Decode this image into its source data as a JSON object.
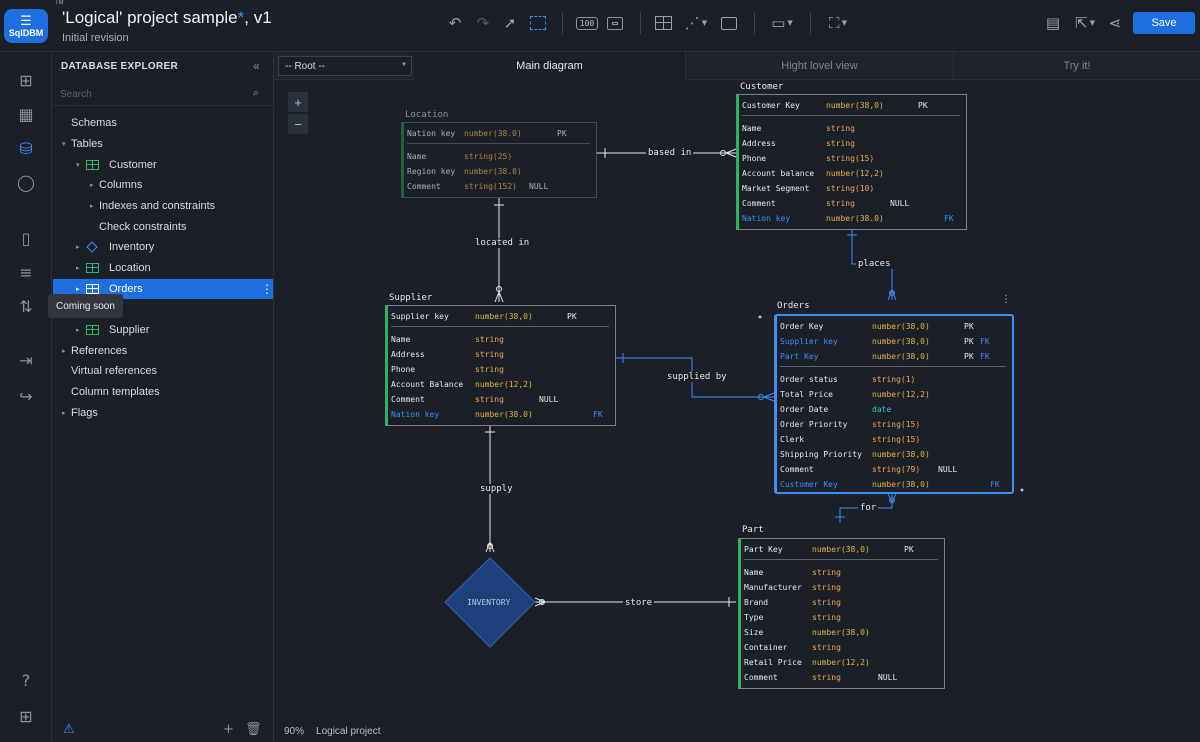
{
  "header": {
    "tm": "TM",
    "logo_name": "SqlDBM",
    "title": "'Logical' project sample",
    "title_star": "*",
    "title_version": ", v1",
    "subtitle": "Initial revision",
    "save_label": "Save",
    "toolbar_boxes": [
      "100"
    ]
  },
  "tooltip": "Coming soon",
  "explorer": {
    "title": "DATABASE EXPLORER",
    "search_placeholder": "Search",
    "items": [
      {
        "label": "Schemas"
      },
      {
        "label": "Tables"
      },
      {
        "label": "Customer"
      },
      {
        "label": "Columns"
      },
      {
        "label": "Indexes and constraints"
      },
      {
        "label": "Check constraints"
      },
      {
        "label": "Inventory"
      },
      {
        "label": "Location"
      },
      {
        "label": "Orders"
      },
      {
        "label": "t"
      },
      {
        "label": "Supplier"
      },
      {
        "label": "References"
      },
      {
        "label": "Virtual references"
      },
      {
        "label": "Column templates"
      },
      {
        "label": "Flags"
      }
    ]
  },
  "tabs": {
    "root_select": "-- Root --",
    "items": [
      {
        "label": "Main diagram"
      },
      {
        "label": "Hight lovel view"
      },
      {
        "label": "Try it!"
      }
    ]
  },
  "status": {
    "zoom": "90%",
    "project": "Logical project"
  },
  "diagram": {
    "inventory_label": "INVENTORY",
    "relations": [
      "based in",
      "located in",
      "places",
      "supplied by",
      "supply",
      "for",
      "store"
    ],
    "entities": {
      "location": {
        "title": "Location",
        "pk": [
          {
            "name": "Nation key",
            "type": "number(38.0)",
            "key": "PK"
          }
        ],
        "cols": [
          {
            "name": "Name",
            "type": "string(25)",
            "key": ""
          },
          {
            "name": "Region key",
            "type": "number(38.0)",
            "key": ""
          },
          {
            "name": "Comment",
            "type": "string(152)",
            "key": "NULL"
          }
        ]
      },
      "customer": {
        "title": "Customer",
        "pk": [
          {
            "name": "Customer Key",
            "type": "number(38,0)",
            "key": "PK"
          }
        ],
        "cols": [
          {
            "name": "Name",
            "type": "string",
            "key": ""
          },
          {
            "name": "Address",
            "type": "string",
            "key": ""
          },
          {
            "name": "Phone",
            "type": "string(15)",
            "key": ""
          },
          {
            "name": "Account balance",
            "type": "number(12,2)",
            "key": ""
          },
          {
            "name": "Market Segment",
            "type": "string(10)",
            "key": ""
          },
          {
            "name": "Comment",
            "type": "string",
            "key": "NULL"
          },
          {
            "name": "Nation key",
            "type": "number(38.0)",
            "key": "",
            "fk": "FK"
          }
        ]
      },
      "supplier": {
        "title": "Supplier",
        "pk": [
          {
            "name": "Supplier key",
            "type": "number(38,0)",
            "key": "PK"
          }
        ],
        "cols": [
          {
            "name": "Name",
            "type": "string",
            "key": ""
          },
          {
            "name": "Address",
            "type": "string",
            "key": ""
          },
          {
            "name": "Phone",
            "type": "string",
            "key": ""
          },
          {
            "name": "Account Balance",
            "type": "number(12,2)",
            "key": ""
          },
          {
            "name": "Comment",
            "type": "string",
            "key": "NULL"
          },
          {
            "name": "Nation key",
            "type": "number(38.0)",
            "key": "",
            "fk": "FK"
          }
        ]
      },
      "orders": {
        "title": "Orders",
        "pk": [
          {
            "name": "Order Key",
            "type": "number(38,0)",
            "key": "PK"
          },
          {
            "name": "Supplier key",
            "type": "number(38,0)",
            "key": "PK",
            "fk": "FK"
          },
          {
            "name": "Part Key",
            "type": "number(38,0)",
            "key": "PK",
            "fk": "FK"
          }
        ],
        "cols": [
          {
            "name": "Order status",
            "type": "string(1)",
            "key": ""
          },
          {
            "name": "Total Price",
            "type": "number(12,2)",
            "key": ""
          },
          {
            "name": "Order Date",
            "type": "date",
            "key": ""
          },
          {
            "name": "Order Priority",
            "type": "string(15)",
            "key": ""
          },
          {
            "name": "Clerk",
            "type": "string(15)",
            "key": ""
          },
          {
            "name": "Shipping Priority",
            "type": "number(38,0)",
            "key": ""
          },
          {
            "name": "Comment",
            "type": "string(79)",
            "key": "NULL"
          },
          {
            "name": "Customer Key",
            "type": "number(38,0)",
            "key": "",
            "fk": "FK"
          }
        ]
      },
      "part": {
        "title": "Part",
        "pk": [
          {
            "name": "Part Key",
            "type": "number(38,0)",
            "key": "PK"
          }
        ],
        "cols": [
          {
            "name": "Name",
            "type": "string",
            "key": ""
          },
          {
            "name": "Manufacturer",
            "type": "string",
            "key": ""
          },
          {
            "name": "Brand",
            "type": "string",
            "key": ""
          },
          {
            "name": "Type",
            "type": "string",
            "key": ""
          },
          {
            "name": "Size",
            "type": "number(38,0)",
            "key": ""
          },
          {
            "name": "Container",
            "type": "string",
            "key": ""
          },
          {
            "name": "Retail Price",
            "type": "number(12,2)",
            "key": ""
          },
          {
            "name": "Comment",
            "type": "string",
            "key": "NULL"
          }
        ]
      }
    }
  }
}
